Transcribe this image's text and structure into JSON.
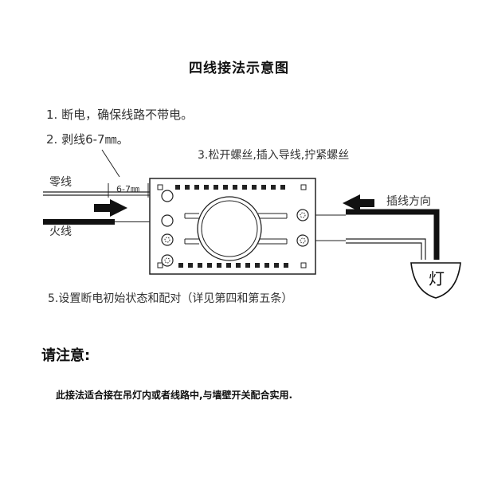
{
  "title": "四线接法示意图",
  "steps": {
    "step1": "1. 断电，确保线路不带电。",
    "step2": "2. 剥线6-7㎜。",
    "step3": "3.松开螺丝,插入导线,拧紧螺丝",
    "step5": "5.设置断电初始状态和配对（详见第四和第五条）"
  },
  "labels": {
    "neutral_wire": "零线",
    "live_wire": "火线",
    "insert_direction": "插线方向",
    "strip_length": "6-7㎜",
    "lamp": "灯"
  },
  "note": {
    "heading": "请注意:",
    "body": "此接法适合接在吊灯内或者线路中,与墙壁开关配合实用."
  },
  "colors": {
    "wire_black": "#111111",
    "wire_grey": "#888888",
    "outline": "#222222",
    "lamp_fill": "#ffffff"
  }
}
